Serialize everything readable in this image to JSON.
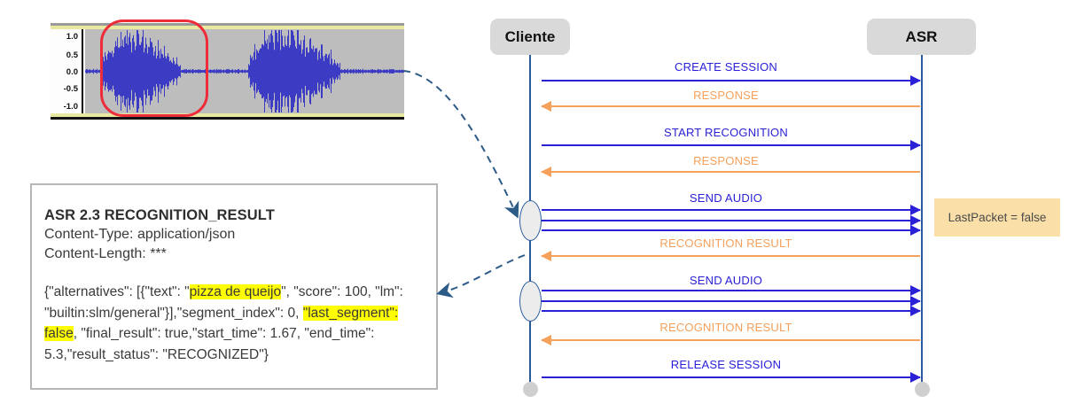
{
  "waveform": {
    "y_ticks": [
      "1.0",
      "0.5",
      "0.0",
      "-0.5",
      "-1.0"
    ],
    "selection_label": "selected-region",
    "selection_color": "#ee2b39",
    "wave_color": "#3b3bc4",
    "plot_bg": "#bdbdbd"
  },
  "message_box": {
    "title": "ASR 2.3 RECOGNITION_RESULT",
    "content_type": "Content-Type: application/json",
    "content_length": "Content-Length: ***",
    "json_parts": [
      {
        "text": "{\"alternatives\": [{\"text\": \"",
        "highlight": false
      },
      {
        "text": "pizza de queijo",
        "highlight": true
      },
      {
        "text": "\", \"score\": 100, \"lm\": \"builtin:slm/general\"}],\"segment_index\": 0, ",
        "highlight": false
      },
      {
        "text": "\"last_segment\": false",
        "highlight": true
      },
      {
        "text": ", \"final_result\": true,\"start_time\": 1.67, \"end_time\": 5.3,\"result_status\": \"RECOGNIZED\"}",
        "highlight": false
      }
    ],
    "highlight_color": "#ffff00"
  },
  "sequence": {
    "actors": [
      {
        "name": "Cliente"
      },
      {
        "name": "ASR"
      }
    ],
    "messages": [
      {
        "label": "CREATE SESSION",
        "direction": "right",
        "color": "#2a21d6",
        "style": "single"
      },
      {
        "label": "RESPONSE",
        "direction": "left",
        "color": "#f5a05b",
        "style": "single"
      },
      {
        "label": "START RECOGNITION",
        "direction": "right",
        "color": "#2a21d6",
        "style": "single"
      },
      {
        "label": "RESPONSE",
        "direction": "left",
        "color": "#f5a05b",
        "style": "single"
      },
      {
        "label": "SEND AUDIO",
        "direction": "right",
        "color": "#2a21d6",
        "style": "triple"
      },
      {
        "label": "RECOGNITION RESULT",
        "direction": "left",
        "color": "#f5a05b",
        "style": "single"
      },
      {
        "label": "SEND AUDIO",
        "direction": "right",
        "color": "#2a21d6",
        "style": "triple"
      },
      {
        "label": "RECOGNITION RESULT",
        "direction": "left",
        "color": "#f5a05b",
        "style": "single"
      },
      {
        "label": "RELEASE SESSION",
        "direction": "right",
        "color": "#2a21d6",
        "style": "single"
      }
    ],
    "note": {
      "text": "LastPacket = false",
      "bg": "#fae0a8"
    }
  },
  "connectors": {
    "color": "#2d5b87",
    "from_waveform_label": "waveform-to-send-audio",
    "to_message_label": "recognition-result-to-message-box"
  }
}
